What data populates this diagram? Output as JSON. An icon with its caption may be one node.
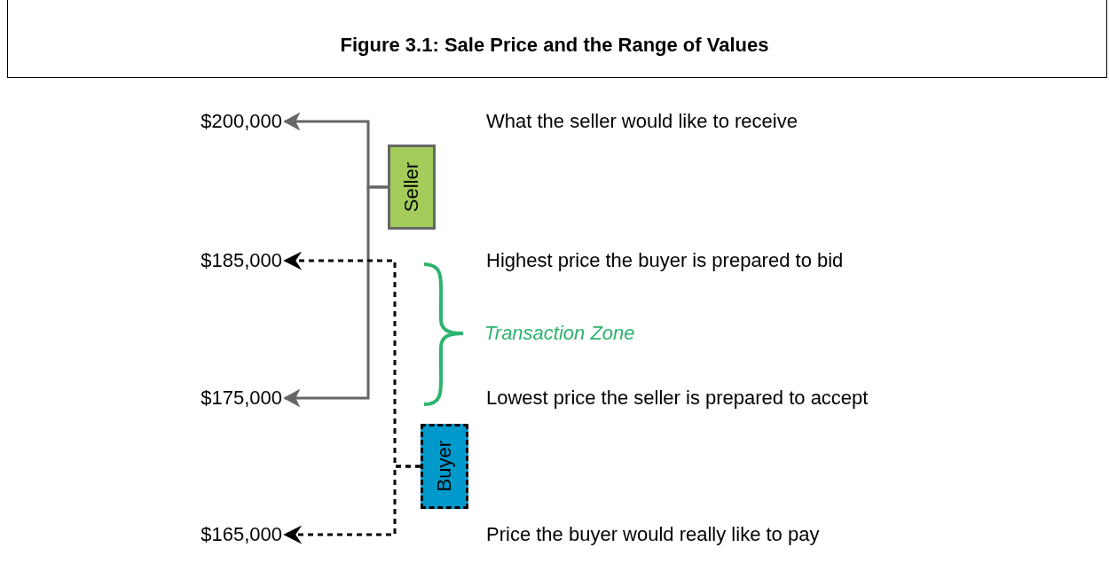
{
  "diagram": {
    "title": "Figure 3.1: Sale Price and the Range of Values",
    "nodes": [
      {
        "text": [
          "$200,000"
        ]
      },
      {
        "text": [
          "Seller"
        ]
      },
      {
        "text": [
          "$185,000"
        ]
      },
      {
        "text": [
          "$175,000"
        ]
      },
      {
        "text": [
          "Buyer"
        ]
      },
      {
        "text": [
          "$165,000"
        ]
      }
    ],
    "edges": [
      {
        "from": 1,
        "to": 0,
        "arrow": "to",
        "color": "#666666"
      },
      {
        "from": 1,
        "to": 3,
        "arrow": "to",
        "color": "#666666"
      },
      {
        "from": 4,
        "to": 2,
        "arrow": "to",
        "style": "dashed",
        "color": "#000000"
      },
      {
        "from": 4,
        "to": 5,
        "arrow": "to",
        "style": "dashed",
        "color": "#000000"
      }
    ],
    "labels": [
      "What the seller would like to receive",
      "Highest price the buyer is prepared to bid",
      "Transaction Zone",
      "Lowest price the seller is prepared to accept",
      "Price the buyer would really like to pay"
    ]
  }
}
